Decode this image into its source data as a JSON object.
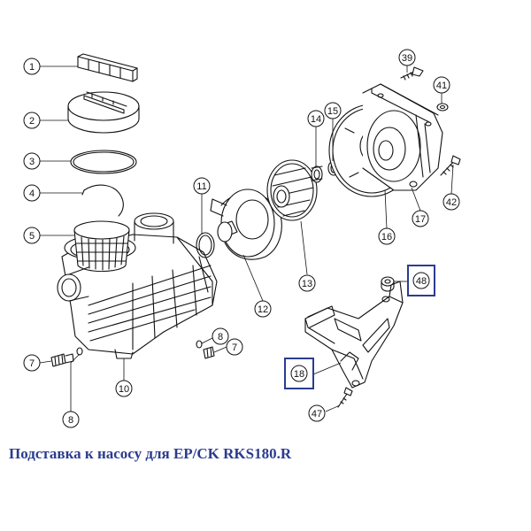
{
  "caption": "Подставка к насосу для EP/CK RKS180.R",
  "callouts": [
    {
      "id": "c1",
      "label": "1"
    },
    {
      "id": "c2",
      "label": "2"
    },
    {
      "id": "c3",
      "label": "3"
    },
    {
      "id": "c4",
      "label": "4"
    },
    {
      "id": "c5",
      "label": "5"
    },
    {
      "id": "c7a",
      "label": "7"
    },
    {
      "id": "c8a",
      "label": "8"
    },
    {
      "id": "c10",
      "label": "10"
    },
    {
      "id": "c8b",
      "label": "8"
    },
    {
      "id": "c7b",
      "label": "7"
    },
    {
      "id": "c11",
      "label": "11"
    },
    {
      "id": "c12",
      "label": "12"
    },
    {
      "id": "c13",
      "label": "13"
    },
    {
      "id": "c14",
      "label": "14"
    },
    {
      "id": "c15",
      "label": "15"
    },
    {
      "id": "c16",
      "label": "16"
    },
    {
      "id": "c17",
      "label": "17"
    },
    {
      "id": "c39",
      "label": "39"
    },
    {
      "id": "c41",
      "label": "41"
    },
    {
      "id": "c42",
      "label": "42"
    }
  ],
  "highlighted": [
    {
      "id": "h48",
      "label": "48"
    },
    {
      "id": "h18",
      "label": "18"
    }
  ],
  "plain": [
    {
      "id": "p47",
      "label": "47"
    }
  ],
  "colors": {
    "highlight_box": "#2b3c8e",
    "caption": "#2b3c8e",
    "line": "#111111"
  }
}
